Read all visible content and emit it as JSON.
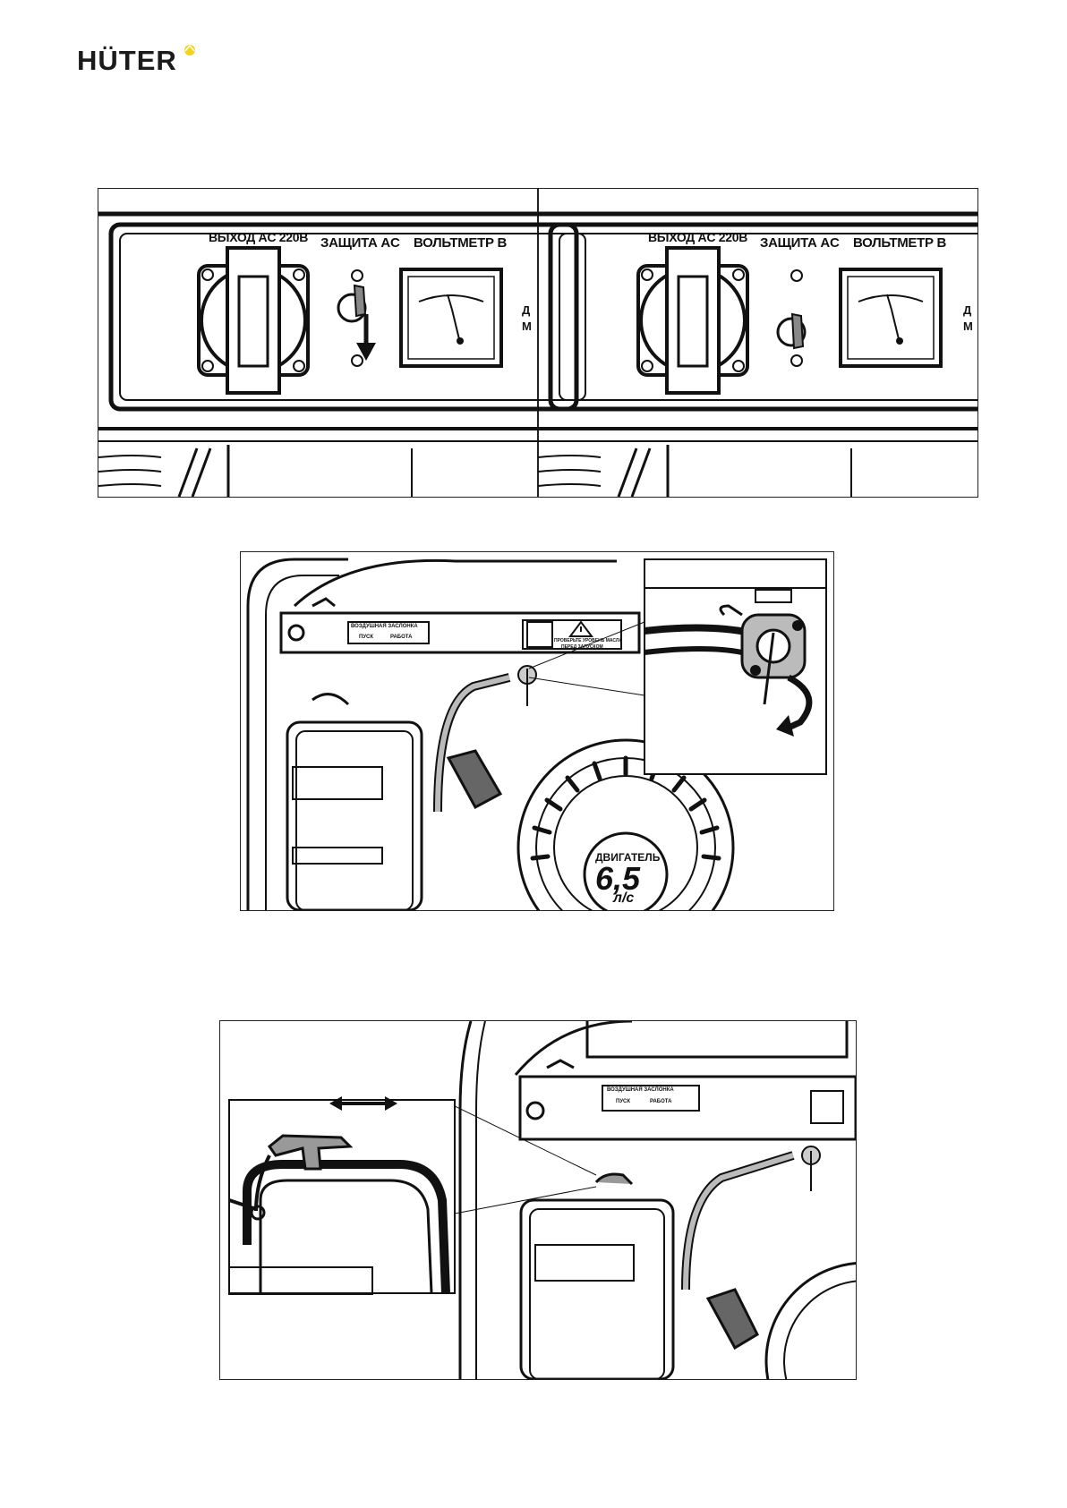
{
  "brand": {
    "name": "HÜTER",
    "accent_color": "#f2d31a"
  },
  "figure1": {
    "panel_left": {
      "socket_label": "ВЫХОД AC 220В",
      "breaker_label": "ЗАЩИТА AC",
      "voltmeter_label": "ВОЛЬТМЕТР В",
      "edge_text_1": "Д",
      "edge_text_2": "М"
    },
    "panel_right": {
      "socket_label": "ВЫХОД AC 220В",
      "breaker_label": "ЗАЩИТА AC",
      "voltmeter_label": "ВОЛЬТМЕТР В",
      "edge_text_1": "Д",
      "edge_text_2": "М"
    },
    "icons": [
      "down-arrow-icon",
      "breaker-switch-icon",
      "voltmeter-icon",
      "socket-icon"
    ]
  },
  "figure2": {
    "choke_label": "ВОЗДУШНАЯ ЗАСЛОНКА",
    "choke_start": "ПУСК",
    "choke_run": "РАБОТА",
    "warning_text_1": "ПРОВЕРЬТЕ УРОВЕНЬ МАСЛА",
    "warning_text_2": "ПЕРЕД ЗАПУСКОМ",
    "engine_label": "ДВИГАТЕЛЬ",
    "engine_power": "6,5",
    "engine_unit": "л/с",
    "icons": [
      "rotate-arrow-icon",
      "fuel-valve-icon",
      "warning-icon"
    ]
  },
  "figure3": {
    "choke_label": "ВОЗДУШНАЯ ЗАСЛОНКА",
    "choke_start": "ПУСК",
    "choke_run": "РАБОТА",
    "icons": [
      "double-arrow-icon",
      "choke-lever-icon"
    ]
  }
}
